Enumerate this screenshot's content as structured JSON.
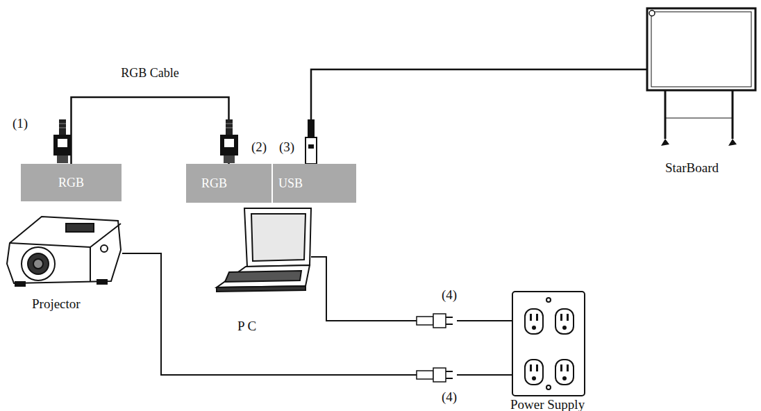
{
  "diagram": {
    "nodes": [
      {
        "text": [
          "RGB"
        ]
      },
      {
        "text": [
          "RGB"
        ]
      },
      {
        "text": [
          "USB"
        ]
      }
    ],
    "edges": [
      {
        "from": 0,
        "to": 1,
        "arrow": "none",
        "label": "RGB Cable"
      }
    ],
    "labels": [
      "(1)",
      "(2)",
      "(3)",
      "Projector",
      "P C",
      "StarBoard",
      "(4)",
      "(4)",
      "Power Supply"
    ]
  }
}
